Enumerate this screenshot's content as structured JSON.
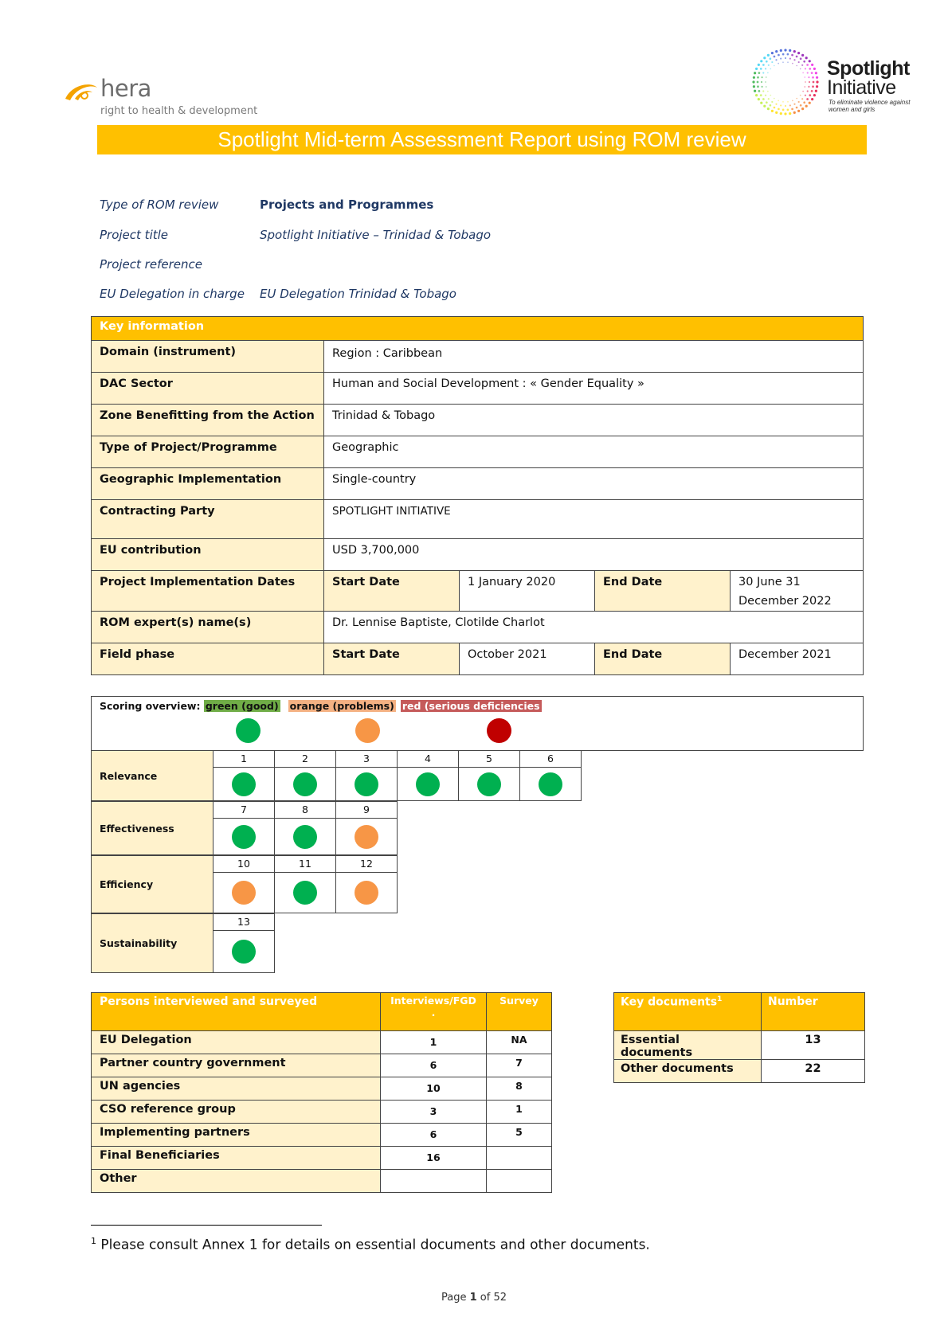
{
  "header": {
    "hera_name": "hera",
    "hera_tagline": "right to health & development",
    "spotlight_line1": "Spotlight",
    "spotlight_line2": "Initiative",
    "spotlight_tagline": "To eliminate violence against women and girls",
    "title": "Spotlight Mid-term Assessment Report using ROM review"
  },
  "meta": [
    {
      "label": "Type of ROM review",
      "value": "Projects and Programmes"
    },
    {
      "label": "Project title",
      "value": "Spotlight Initiative – Trinidad & Tobago"
    },
    {
      "label": "Project reference",
      "value": ""
    },
    {
      "label": "EU Delegation in charge",
      "value": "EU Delegation Trinidad & Tobago"
    }
  ],
  "key_info": {
    "header": "Key information",
    "rows": [
      {
        "label": "Domain (instrument)",
        "value": "Region : Caribbean"
      },
      {
        "label": "DAC Sector",
        "value": "Human and Social Development : « Gender Equality »"
      },
      {
        "label": " Zone Benefitting from the Action",
        "value": "Trinidad & Tobago"
      },
      {
        "label": "Type of Project/Programme",
        "value": "Geographic"
      },
      {
        "label": "Geographic Implementation",
        "value": "Single-country"
      },
      {
        "label": "Contracting Party",
        "value": "SPOTLIGHT INITIATIVE"
      },
      {
        "label": "EU contribution",
        "value": "USD 3,700,000"
      }
    ],
    "impl_dates": {
      "label": "Project Implementation Dates",
      "start_label": "Start Date",
      "start": "1 January 2020",
      "end_label": "End Date",
      "end": "30 June 31 December 2022"
    },
    "experts": {
      "label": "ROM expert(s) name(s)",
      "value": "Dr. Lennise Baptiste, Clotilde Charlot"
    },
    "field_phase": {
      "label": "Field phase",
      "start_label": "Start Date",
      "start": "October 2021",
      "end_label": "End Date",
      "end": "December 2021"
    }
  },
  "scoring": {
    "overview_label": "Scoring overview:",
    "legend_green": "green (good)",
    "legend_orange": "orange (problems)",
    "legend_red": "red (serious deficiencies",
    "colors": {
      "green": "#00b050",
      "orange": "#f79646",
      "red": "#c00000"
    },
    "criteria": [
      {
        "name": "Relevance",
        "items": [
          {
            "n": "1",
            "s": "green"
          },
          {
            "n": "2",
            "s": "green"
          },
          {
            "n": "3",
            "s": "green"
          },
          {
            "n": "4",
            "s": "green"
          },
          {
            "n": "5",
            "s": "green"
          },
          {
            "n": "6",
            "s": "green"
          }
        ]
      },
      {
        "name": "Effectiveness",
        "items": [
          {
            "n": "7",
            "s": "green"
          },
          {
            "n": "8",
            "s": "green"
          },
          {
            "n": "9",
            "s": "orange"
          }
        ]
      },
      {
        "name": "Efficiency",
        "items": [
          {
            "n": "10",
            "s": "orange"
          },
          {
            "n": "11",
            "s": "green"
          },
          {
            "n": "12",
            "s": "orange"
          }
        ]
      },
      {
        "name": "Sustainability",
        "items": [
          {
            "n": "13",
            "s": "green"
          }
        ]
      }
    ]
  },
  "persons": {
    "header": "Persons interviewed and surveyed",
    "col_interviews": "Interviews/FGD",
    "col_interviews_cont": ".",
    "col_survey": "Survey",
    "rows": [
      {
        "label": "EU Delegation",
        "interviews": "1",
        "survey": "NA"
      },
      {
        "label": "Partner country government",
        "interviews": "6",
        "survey": "7"
      },
      {
        "label": "UN agencies",
        "interviews": "10",
        "survey": "8"
      },
      {
        "label": "CSO reference group",
        "interviews": "3",
        "survey": "1"
      },
      {
        "label": "Implementing partners",
        "interviews": "6",
        "survey": "5"
      },
      {
        "label": "Final Beneficiaries",
        "interviews": "16",
        "survey": ""
      },
      {
        "label": "Other",
        "interviews": "",
        "survey": ""
      }
    ]
  },
  "key_documents": {
    "header": "Key documents",
    "header_sup": "1",
    "col_number": "Number",
    "rows": [
      {
        "label": "Essential documents",
        "number": "13"
      },
      {
        "label": "Other documents",
        "number": "22"
      }
    ]
  },
  "footnote": {
    "mark": "1",
    "text": " Please consult Annex 1 for details on essential documents and other documents."
  },
  "page": {
    "prefix": "Page ",
    "current": "1",
    "sep": " of ",
    "total": "52"
  }
}
